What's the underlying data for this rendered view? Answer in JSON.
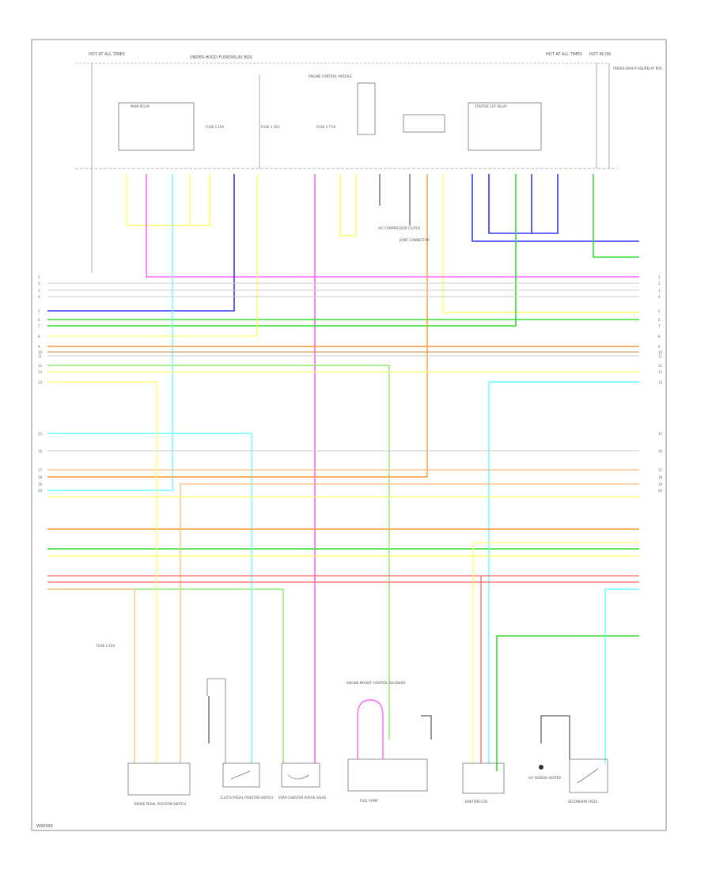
{
  "diagram": {
    "footer_code": "W90999",
    "top_labels": {
      "hot_at_all_times_left": "HOT AT ALL TIMES",
      "hot_at_all_times_right": "HOT AT ALL TIMES",
      "hot_in_on": "HOT IN ON",
      "underhood_fuse_box": "UNDER-HOOD FUSE/RELAY BOX",
      "fuse_a": "FUSE 1 15A",
      "fuse_b": "FUSE 2 10A",
      "fuse_c": "FUSE 3 7.5A",
      "relay_left": "MAIN RELAY",
      "relay_right": "STARTER CUT RELAY",
      "engine_control": "ENGINE CONTROL MODULE",
      "underdash_box": "UNDER-DASH FUSE/RELAY BOX",
      "bottom_left_fuse": "FUSE 4 15A"
    },
    "middle_labels": {
      "ac_compressor": "A/C COMPRESSOR CLUTCH",
      "mid_connector": "JOINT CONNECTOR",
      "upper_note": "ENGINE MOUNT CONTROL SOLENOID"
    },
    "components": [
      {
        "key": "c1",
        "label": "BRAKE PEDAL POSITION SWITCH"
      },
      {
        "key": "c2",
        "label": "CLUTCH PEDAL POSITION SWITCH"
      },
      {
        "key": "c3",
        "label": "EVAP CANISTER PURGE VALVE"
      },
      {
        "key": "c4",
        "label": "FUEL PUMP"
      },
      {
        "key": "c5",
        "label": "IGNITION COIL"
      },
      {
        "key": "c6",
        "label": "A/F SENSOR HEATER"
      },
      {
        "key": "c7",
        "label": "SECONDARY HO2S"
      }
    ],
    "left_pin_numbers": [
      "1",
      "2",
      "3",
      "4",
      "5",
      "6",
      "7",
      "8",
      "9",
      "10",
      "11",
      "12",
      "13",
      "14",
      "15",
      "16",
      "17",
      "18",
      "19",
      "20"
    ],
    "right_pin_numbers": [
      "1",
      "2",
      "3",
      "4",
      "5",
      "6",
      "7",
      "8",
      "9",
      "10",
      "11",
      "12",
      "13",
      "14",
      "15",
      "16",
      "17",
      "18",
      "19",
      "20"
    ],
    "wire_colors": {
      "yellow": "#ffff66",
      "magenta": "#ff66ff",
      "blue": "#3333ff",
      "green": "#33dd33",
      "lightgreen": "#88ee66",
      "cyan": "#66ffff",
      "orange": "#ff9933",
      "lightorange": "#ffbb77",
      "red": "#ff6666",
      "pink": "#ff99aa",
      "brown": "#cc8844",
      "grey": "#bbbbbb",
      "black": "#222222"
    }
  }
}
